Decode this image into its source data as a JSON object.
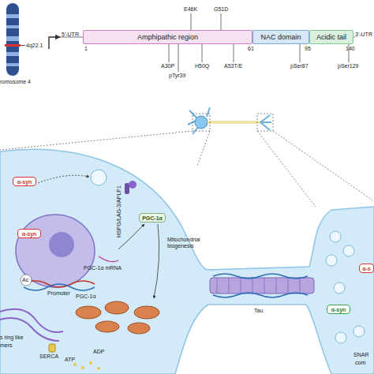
{
  "diagram": {
    "nodes": [
      {
        "text": [
          "Amphipathic region"
        ]
      },
      {
        "text": [
          "NAC domain"
        ]
      },
      {
        "text": [
          "Acidic tail"
        ]
      },
      {
        "text": [
          "α-syn"
        ]
      },
      {
        "text": [
          "α-syn"
        ]
      },
      {
        "text": [
          "PGC-1α"
        ]
      },
      {
        "text": [
          "α-s"
        ]
      },
      {
        "text": [
          "α-syn"
        ]
      }
    ],
    "labels": [
      "romosome 4",
      "4q22.1",
      "5'-UTR",
      "3'-UTR",
      "E46K",
      "G51D",
      "1",
      "A30P",
      "pTyr39",
      "H50Q",
      "A53T/E",
      "61",
      "pSer87",
      "95",
      "pSer129",
      "140",
      "HSPG/LAG-3/APLP1",
      "PGC-1α mRNA",
      "Mitochondrial biogenesis",
      "Ac",
      "Promoter",
      "PGC-1α",
      "Tau",
      "s ring like",
      "mers",
      "SERCA",
      "ADP",
      "ATP",
      "SNAR",
      "com"
    ]
  }
}
